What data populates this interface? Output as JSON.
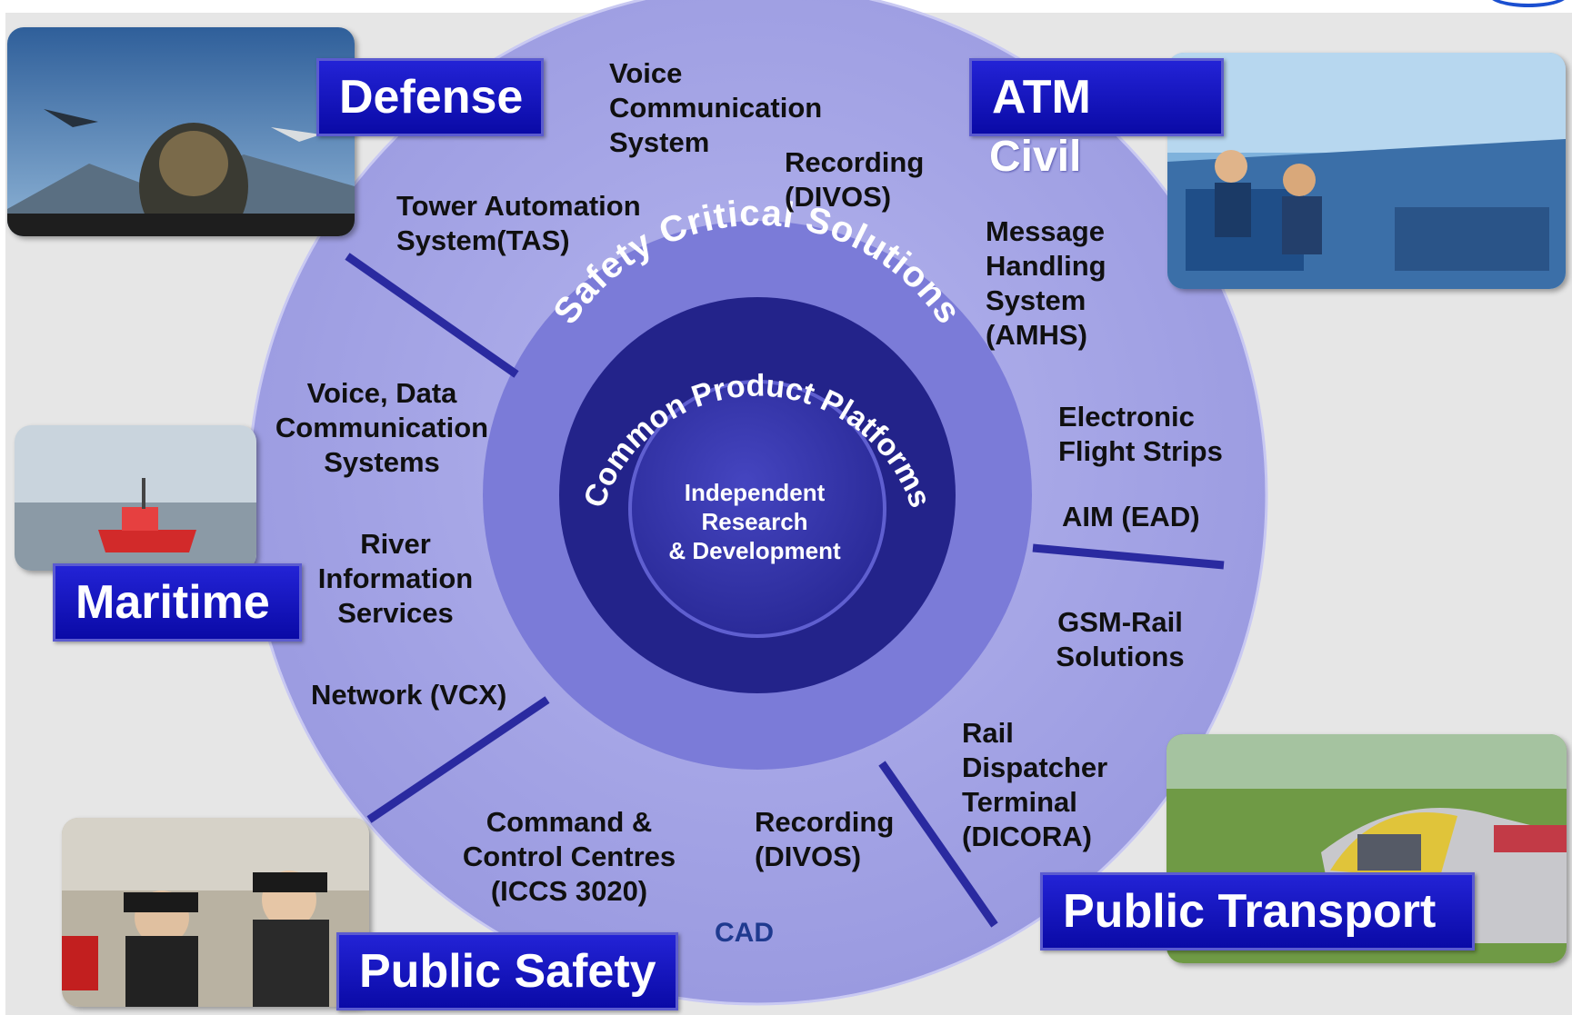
{
  "center": {
    "outer_ring_label": "Safety Critical Solutions",
    "middle_ring_label": "Common Product Platforms",
    "core_label": "Independent\nResearch\n& Development"
  },
  "sectors": {
    "defense": "Defense",
    "atm": "ATM",
    "atm_sub": "Civil",
    "maritime": "Maritime",
    "public_safety": "Public Safety",
    "public_transport": "Public Transport"
  },
  "solutions": {
    "voice_comm": "Voice\nCommunication\nSystem",
    "recording_top": "Recording\n(DIVOS)",
    "tower_automation": "Tower Automation\nSystem(TAS)",
    "amhs": "Message\nHandling\nSystem\n(AMHS)",
    "voice_data": "Voice, Data\nCommunication\nSystems",
    "efs": "Electronic\nFlight Strips",
    "aim": "AIM (EAD)",
    "river": "River\nInformation\nServices",
    "gsm_rail": "GSM-Rail\nSolutions",
    "network": "Network (VCX)",
    "rail_dispatcher": "Rail\nDispatcher\nTerminal\n(DICORA)",
    "command_control": "Command &\nControl Centres\n(ICCS 3020)",
    "recording_bottom": "Recording\n(DIVOS)",
    "cad": "CAD"
  },
  "images": {
    "defense": "fighter-pilot-photo",
    "atm": "control-tower-photo",
    "maritime": "ship-photo",
    "public_safety": "police-officers-photo",
    "public_transport": "train-photo"
  },
  "colors": {
    "outer_disc": "#a3a3e4",
    "outer_ring": "#7d7dda",
    "middle_ring": "#26268a",
    "core": "#3434a8",
    "sector_box": "#1414be",
    "divider": "#2a2aa0",
    "background": "#e6e6e6"
  }
}
